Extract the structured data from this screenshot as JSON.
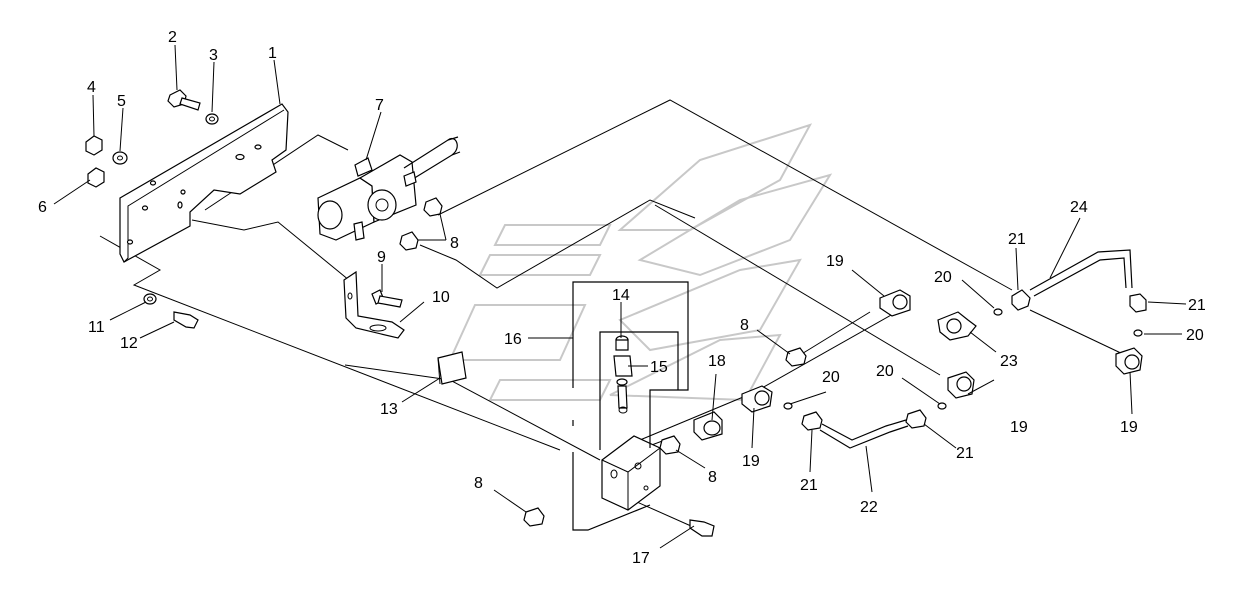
{
  "callouts": [
    {
      "id": "c2",
      "text": "2"
    },
    {
      "id": "c3",
      "text": "3"
    },
    {
      "id": "c1",
      "text": "1"
    },
    {
      "id": "c4",
      "text": "4"
    },
    {
      "id": "c5",
      "text": "5"
    },
    {
      "id": "c7",
      "text": "7"
    },
    {
      "id": "c6",
      "text": "6"
    },
    {
      "id": "c8a",
      "text": "8"
    },
    {
      "id": "c9",
      "text": "9"
    },
    {
      "id": "c10",
      "text": "10"
    },
    {
      "id": "c11",
      "text": "11"
    },
    {
      "id": "c12",
      "text": "12"
    },
    {
      "id": "c13",
      "text": "13"
    },
    {
      "id": "c14",
      "text": "14"
    },
    {
      "id": "c15",
      "text": "15"
    },
    {
      "id": "c16",
      "text": "16"
    },
    {
      "id": "c18",
      "text": "18"
    },
    {
      "id": "c8b",
      "text": "8"
    },
    {
      "id": "c8c",
      "text": "8"
    },
    {
      "id": "c8d",
      "text": "8"
    },
    {
      "id": "c17",
      "text": "17"
    },
    {
      "id": "c19a",
      "text": "19"
    },
    {
      "id": "c19b",
      "text": "19"
    },
    {
      "id": "c19c",
      "text": "19"
    },
    {
      "id": "c19d",
      "text": "19"
    },
    {
      "id": "c20a",
      "text": "20"
    },
    {
      "id": "c20b",
      "text": "20"
    },
    {
      "id": "c20c",
      "text": "20"
    },
    {
      "id": "c20d",
      "text": "20"
    },
    {
      "id": "c21a",
      "text": "21"
    },
    {
      "id": "c21b",
      "text": "21"
    },
    {
      "id": "c21c",
      "text": "21"
    },
    {
      "id": "c21d",
      "text": "21"
    },
    {
      "id": "c22",
      "text": "22"
    },
    {
      "id": "c23",
      "text": "23"
    },
    {
      "id": "c24",
      "text": "24"
    }
  ]
}
